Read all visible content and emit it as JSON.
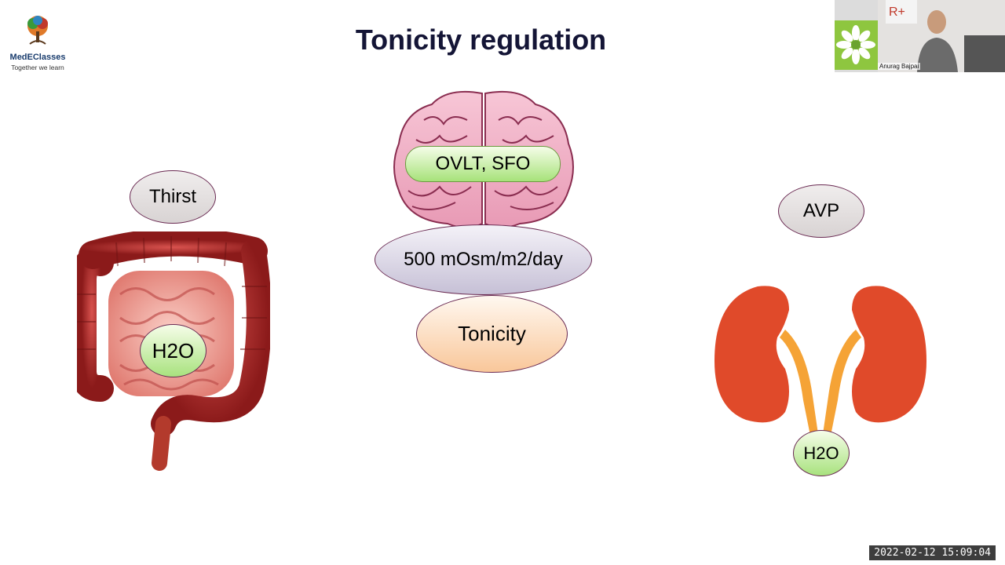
{
  "slide": {
    "title": "Tonicity regulation"
  },
  "logo": {
    "name": "MedEClasses",
    "tagline": "Together we learn"
  },
  "labels": {
    "thirst": "Thirst",
    "gut_water": "H2O",
    "ovlt_sfo": "OVLT, SFO",
    "osmolar_load": "500 mOsm/m2/day",
    "tonicity": "Tonicity",
    "avp": "AVP",
    "kidney_water": "H2O"
  },
  "webcam": {
    "presenter_name": "Anurag Bajpai"
  },
  "timestamp": "2022-02-12  15:09:04"
}
